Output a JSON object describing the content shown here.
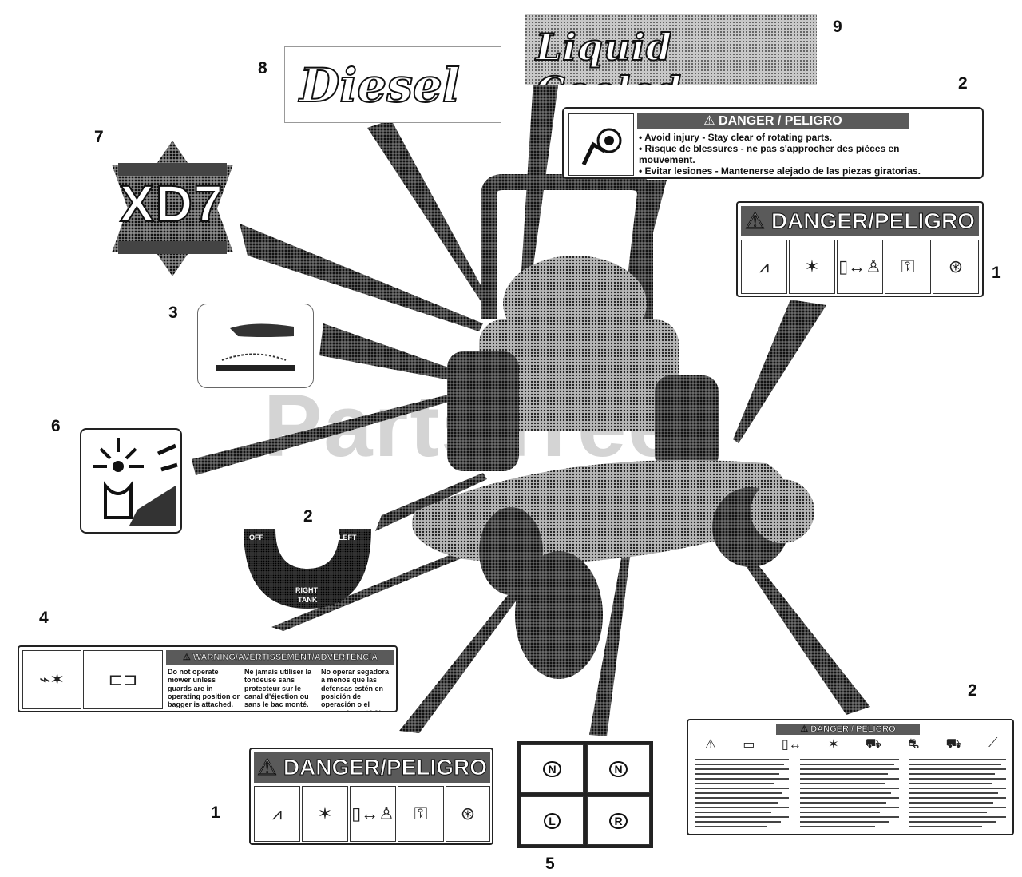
{
  "watermark": "PartsTree",
  "callouts": [
    "1",
    "1",
    "2",
    "2",
    "2",
    "3",
    "4",
    "5",
    "6",
    "7",
    "8",
    "9"
  ],
  "decal_9": {
    "script_text": "Liquid Cooled"
  },
  "decal_8": {
    "script_text": "Diesel"
  },
  "decal_7": {
    "text": "XD7"
  },
  "decal_2_top": {
    "header": "⚠ DANGER / PELIGRO",
    "lines": [
      "• Avoid injury - Stay clear of rotating parts.",
      "• Risque de blessures - ne pas s'approcher des pièces en mouvement.",
      "• Evitar lesiones - Mantenerse alejado de las piezas giratorias."
    ]
  },
  "decal_1_right": {
    "header": "⚠ DANGER/PELIGRO",
    "icons": [
      "slope-icon",
      "thrown-object-icon",
      "bystander-icon",
      "key-icon",
      "rotating-blade-icon"
    ]
  },
  "decal_1_bottom": {
    "header": "⚠ DANGER/PELIGRO",
    "icons": [
      "slope-icon",
      "thrown-object-icon",
      "bystander-icon",
      "key-icon",
      "rotating-blade-icon"
    ]
  },
  "decal_2_mid": {
    "off_label": "OFF",
    "left_label": "LEFT",
    "right_label": "RIGHT",
    "tank_label": "TANK"
  },
  "decal_4": {
    "header": "⚠ WARNING/AVERTISSEMENT/ADVERTENCIA",
    "col1": "Do not operate mower unless guards are in operating position or bagger is attached.",
    "col2": "Ne jamais utiliser la tondeuse sans protecteur sur le canal d'éjection ou sans le bac monté.",
    "col3": "No operar segadora a menos que las defensas estén en posición de operación o el recogedor esté fijo."
  },
  "decal_5": {
    "labels": [
      "N",
      "N",
      "L",
      "R"
    ]
  },
  "decal_2_bottom_right": {
    "header": "⚠ DANGER / PELIGRO"
  }
}
